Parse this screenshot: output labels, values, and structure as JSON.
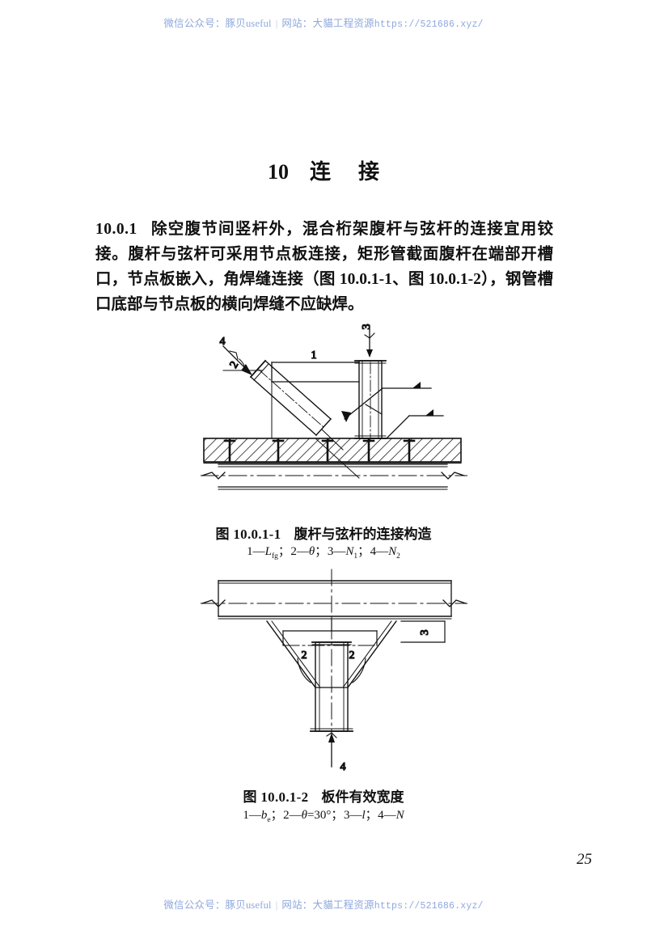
{
  "watermark": {
    "label_wechat": "微信公众号：",
    "account": "豚贝useful",
    "separator": "|",
    "label_site": "网站：",
    "site_name": "大貓工程资源",
    "url": "https://521686.xyz/"
  },
  "chapter": {
    "number": "10",
    "char1": "连",
    "char2": "接"
  },
  "clause": {
    "number": "10.0.1",
    "text": "除空腹节间竖杆外，混合桁架腹杆与弦杆的连接宜用铰接。腹杆与弦杆可采用节点板连接，矩形管截面腹杆在端部开槽口，节点板嵌入，角焊缝连接（图 10.0.1-1、图 10.0.1-2），钢管槽口底部与节点板的横向焊缝不应缺焊。"
  },
  "figure1": {
    "caption_number": "图 10.0.1-1",
    "caption_name": "腹杆与弦杆的连接构造",
    "legend": "1—L_fg; 2—θ; 3—N₁; 4—N₂",
    "legend_items": [
      {
        "key": "1",
        "symbol": "L",
        "sub": "fg"
      },
      {
        "key": "2",
        "symbol": "θ",
        "sub": ""
      },
      {
        "key": "3",
        "symbol": "N",
        "sub": "1"
      },
      {
        "key": "4",
        "symbol": "N",
        "sub": "2"
      }
    ],
    "callouts": {
      "dim_1": "1",
      "angle_2": "2",
      "force_3": "3",
      "force_4": "4"
    }
  },
  "figure2": {
    "caption_number": "图 10.0.1-2",
    "caption_name": "板件有效宽度",
    "legend": "1—b_e; 2—θ=30°; 3—l; 4—N",
    "legend_items": [
      {
        "key": "1",
        "symbol": "b",
        "sub": "e"
      },
      {
        "key": "2",
        "symbol": "θ=30°",
        "sub": ""
      },
      {
        "key": "3",
        "symbol": "l",
        "sub": ""
      },
      {
        "key": "4",
        "symbol": "N",
        "sub": ""
      }
    ],
    "callouts": {
      "angle_left": "2",
      "angle_right": "2",
      "length_3": "3",
      "force_4": "4"
    }
  },
  "page_number": "25",
  "colors": {
    "watermark_blue": "#8fa8dd",
    "ink": "#111111",
    "paper": "#ffffff"
  }
}
